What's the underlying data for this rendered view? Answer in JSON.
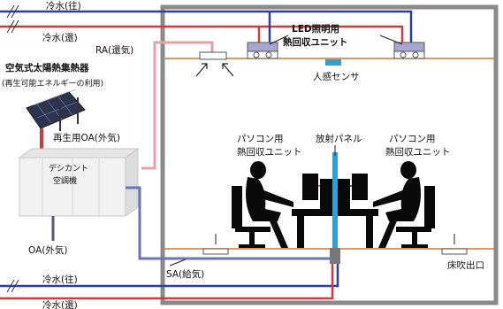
{
  "labels": {
    "cold_supply_top": "冷水(往)",
    "cold_return_top": "冷水(還)",
    "ra": "RA(還気)",
    "led_line1": "LED照明用",
    "led_line2": "熱回収ユニット",
    "motion_sensor": "人感センサ",
    "solar_title": "空気式太陽熱集熱器",
    "solar_sub": "(再生可能エネルギーの利用)",
    "regen_oa": "再生用OA(外気)",
    "desiccant_line1": "デシカント",
    "desiccant_line2": "空調機",
    "pc_left_line1": "パソコン用",
    "pc_left_line2": "熱回収ユニット",
    "radiant_panel": "放射パネル",
    "pc_right_line1": "パソコン用",
    "pc_right_line2": "熱回収ユニット",
    "oa_in": "OA(外気)",
    "sa": "SA(給気)",
    "floor_outlet": "床吹出口",
    "cold_supply_bottom": "冷水(往)",
    "cold_return_bottom": "冷水(還)"
  },
  "colors": {
    "cold_supply_pipe": "#2b3f9a",
    "cold_return_pipe": "#d23a3a",
    "ra_duct": "#e8a0a8",
    "sa_duct": "#6b74b8",
    "regen_duct": "#d23a3a",
    "room_wall": "#8a8a8a",
    "ceiling_line": "#d07a30",
    "sensor": "#2ea0d8",
    "radiant_panel": "#2ea0d8"
  }
}
